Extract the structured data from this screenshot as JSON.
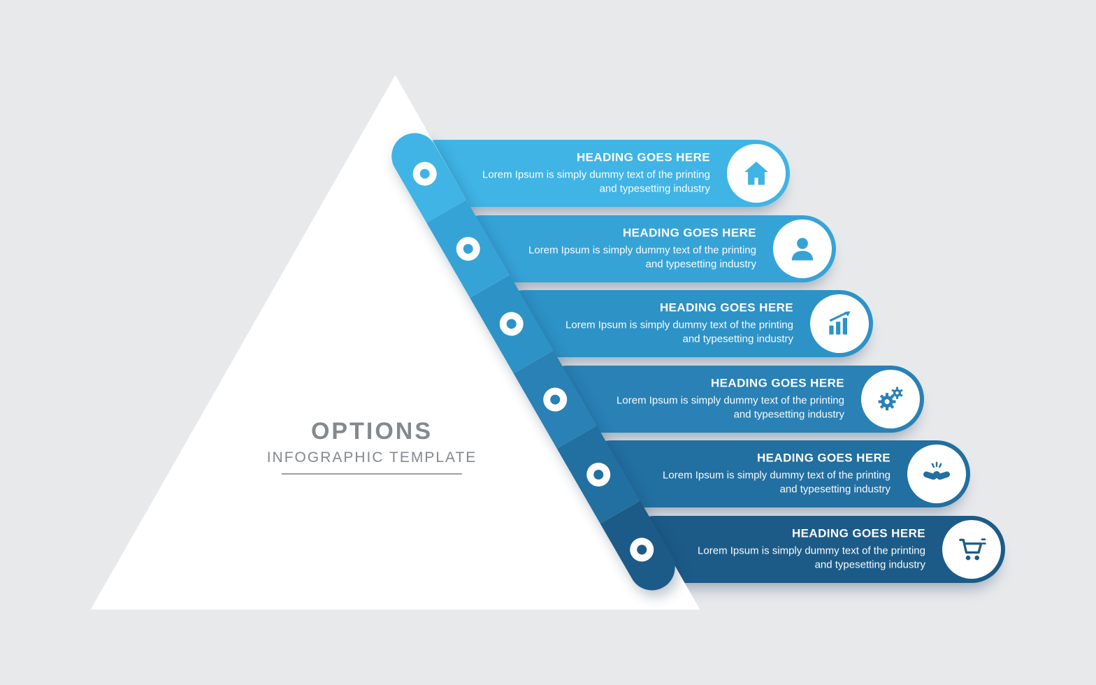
{
  "title_block": {
    "title": "OPTIONS",
    "subtitle": "INFOGRAPHIC TEMPLATE"
  },
  "items": [
    {
      "heading": "HEADING GOES HERE",
      "body": "Lorem Ipsum is simply dummy text of the printing and typesetting industry",
      "icon": "home-icon",
      "color": "#3fb4e5"
    },
    {
      "heading": "HEADING GOES HERE",
      "body": "Lorem Ipsum is simply dummy text of the printing and typesetting industry",
      "icon": "user-icon",
      "color": "#36a3d7"
    },
    {
      "heading": "HEADING GOES HERE",
      "body": "Lorem Ipsum is simply dummy text of the printing and typesetting industry",
      "icon": "growth-chart-icon",
      "color": "#2d92c6"
    },
    {
      "heading": "HEADING GOES HERE",
      "body": "Lorem Ipsum is simply dummy text of the printing and typesetting industry",
      "icon": "gears-icon",
      "color": "#2981b5"
    },
    {
      "heading": "HEADING GOES HERE",
      "body": "Lorem Ipsum is simply dummy text of the printing and typesetting industry",
      "icon": "handshake-icon",
      "color": "#226fa1"
    },
    {
      "heading": "HEADING GOES HERE",
      "body": "Lorem Ipsum is simply dummy text of the printing and typesetting industry",
      "icon": "shopping-cart-icon",
      "color": "#1c5b88"
    }
  ],
  "colors": {
    "background": "#e8e9eb",
    "triangle": "#ffffff",
    "title_gray": "#84898e"
  }
}
